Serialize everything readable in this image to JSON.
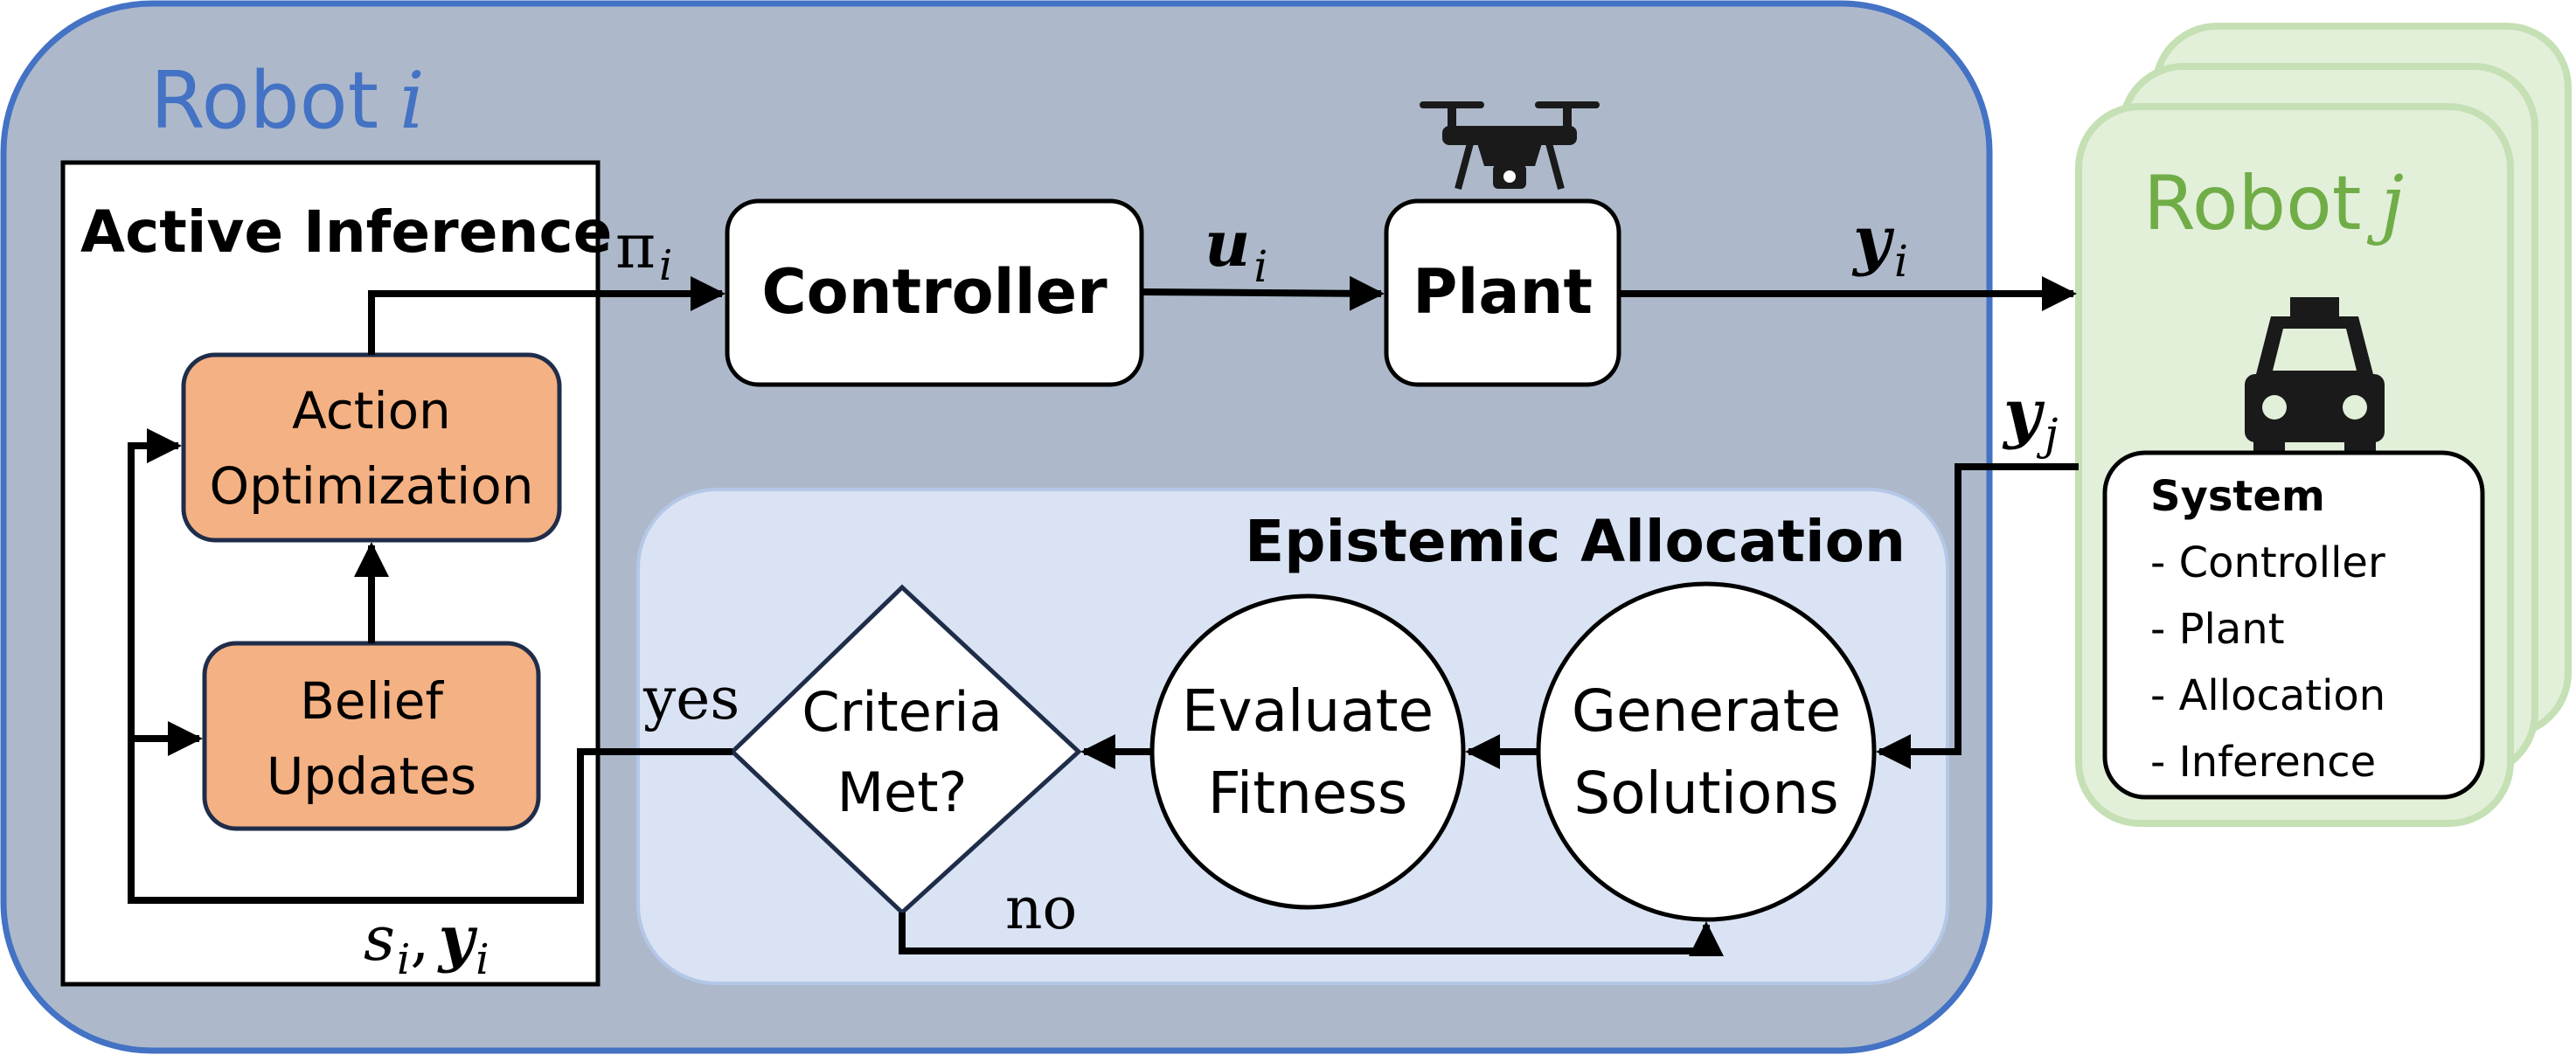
{
  "robot_i": {
    "title_prefix": "Robot",
    "title_var": "i",
    "fill": "#adb9ca",
    "stroke": "#4472c4",
    "title_color": "#4472c4"
  },
  "robot_j": {
    "title_prefix": "Robot",
    "title_var": "j",
    "fill": "#e2efd9",
    "stroke": "#c5e0b4",
    "title_color": "#70ad47",
    "system": {
      "title": "System",
      "items": [
        "- Controller",
        "- Plant",
        "- Allocation",
        "- Inference"
      ]
    }
  },
  "active_inference": {
    "title": "Active Inference",
    "action_optimization": [
      "Action",
      "Optimization"
    ],
    "belief_updates": [
      "Belief",
      "Updates"
    ],
    "node_fill": "#f4b183"
  },
  "pipeline": {
    "controller": "Controller",
    "plant": "Plant"
  },
  "signals": {
    "pi": "π",
    "pi_sub": "i",
    "u": "u",
    "u_sub": "i",
    "y_out": "y",
    "y_out_sub": "i",
    "y_in": "y",
    "y_in_sub": "j",
    "feedback_s": "s",
    "feedback_s_sub": "i",
    "feedback_comma": ",",
    "feedback_y": "y",
    "feedback_y_sub": "i"
  },
  "epistemic_allocation": {
    "title": "Epistemic Allocation",
    "fill": "#dae3f3",
    "criteria": [
      "Criteria",
      "Met?"
    ],
    "evaluate": [
      "Evaluate",
      "Fitness"
    ],
    "generate": [
      "Generate",
      "Solutions"
    ],
    "yes_label": "yes",
    "no_label": "no"
  },
  "icons": {
    "robot_i": "drone-icon",
    "robot_j": "car-icon"
  }
}
